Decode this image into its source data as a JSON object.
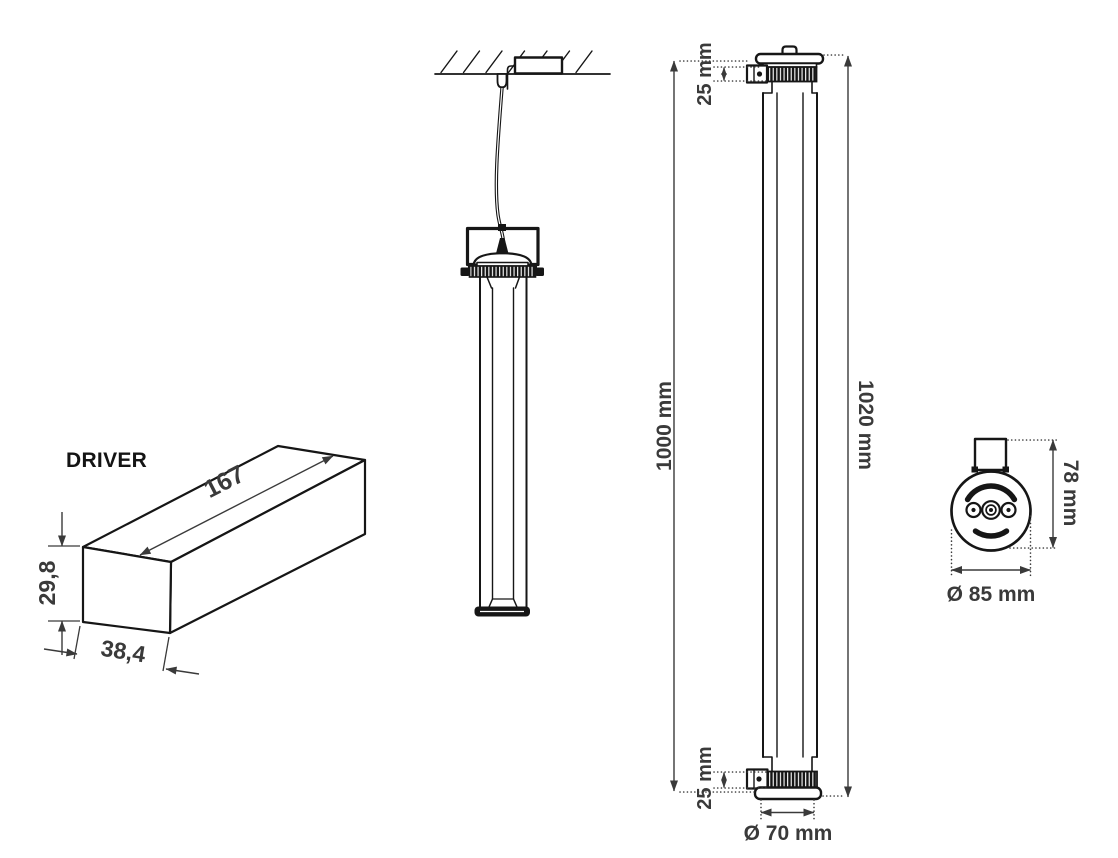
{
  "drawing": {
    "driver_view": {
      "label": "DRIVER",
      "length": "167",
      "height": "29,8",
      "width": "38,4"
    },
    "side_view": {
      "top_ring_height": "25 mm",
      "body_length": "1000 mm",
      "overall_length": "1020 mm",
      "bottom_ring_height": "25 mm",
      "end_cap_diameter": "Ø 70 mm"
    },
    "end_view": {
      "height_with_bracket": "78 mm",
      "cap_diameter": "Ø 85 mm"
    },
    "colors": {
      "line": "#161616",
      "dimension": "#3a3a3a",
      "background": "#ffffff"
    }
  }
}
